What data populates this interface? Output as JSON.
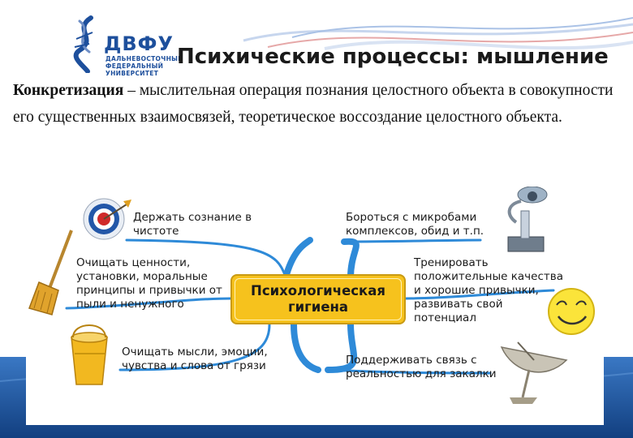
{
  "header": {
    "title": "Психические процессы: мышление",
    "logo": {
      "abbr": "ДВФУ",
      "lines": [
        "ДАЛЬНЕВОСТОЧНЫЙ",
        "ФЕДЕРАЛЬНЫЙ",
        "УНИВЕРСИТЕТ"
      ],
      "emblem_icon": "dna-helix-icon",
      "color": "#1d4f9c"
    }
  },
  "definition": {
    "term": "Конкретизация",
    "text": " – мыслительная операция познания целостного объекта в совокупности его существенных взаимосвязей, теоретическое воссоздание целостного объекта."
  },
  "mindmap": {
    "center": {
      "line1": "Психологическая",
      "line2": "гигиена",
      "color": "#f6c21d"
    },
    "branch_color": "#2e8ad8",
    "left_items": [
      {
        "lines": [
          "Держать сознание в",
          "чистоте"
        ],
        "icon": "target-icon"
      },
      {
        "lines": [
          "Очищать ценности,",
          "установки, моральные",
          "принципы и привычки от",
          "пыли и ненужного"
        ],
        "icon": "broom-icon"
      },
      {
        "lines": [
          "Очищать мысли, эмоции,",
          "чувства и слова от грязи"
        ],
        "icon": "bucket-icon"
      }
    ],
    "right_items": [
      {
        "lines": [
          "Бороться с микробами",
          "комплексов, обид и т.п."
        ],
        "icon": "microscope-icon"
      },
      {
        "lines": [
          "Тренировать",
          "положительные качества",
          "и хорошие привычки,",
          "развивать свой",
          "потенциал"
        ],
        "icon": "smiley-icon"
      },
      {
        "lines": [
          "Поддерживать связь с",
          "реальностью для закалки"
        ],
        "icon": "satellite-dish-icon"
      }
    ]
  },
  "colors": {
    "bottom_band": "#1f5aa6",
    "title_text": "#1a1a1a"
  }
}
